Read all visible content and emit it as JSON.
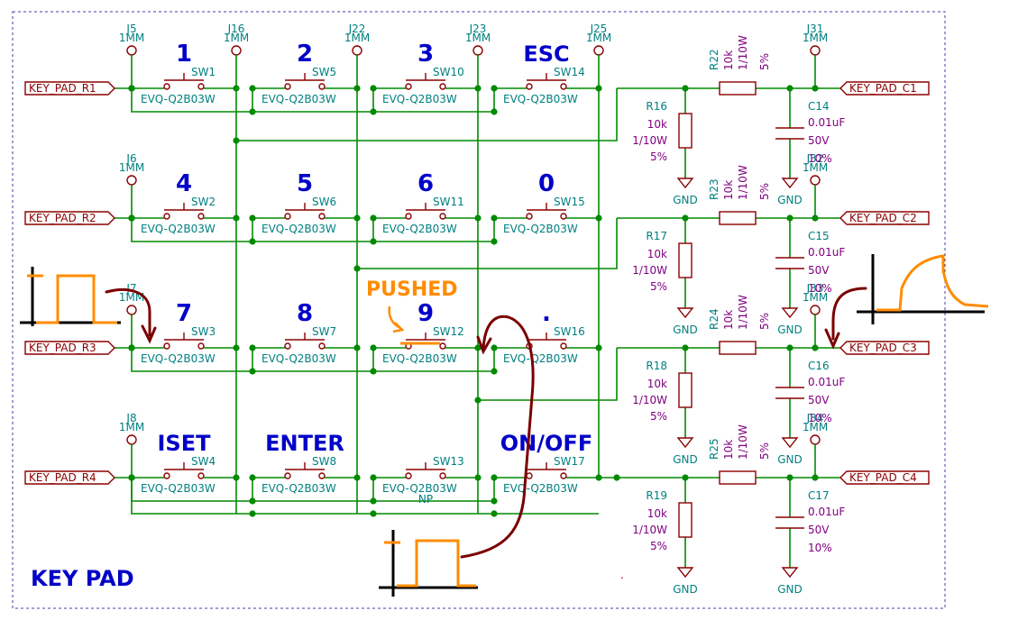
{
  "title": "KEY PAD",
  "row_labels": [
    "KEY_PAD_R1",
    "KEY_PAD_R2",
    "KEY_PAD_R3",
    "KEY_PAD_R4"
  ],
  "col_labels": [
    "KEY_PAD_C1",
    "KEY_PAD_C2",
    "KEY_PAD_C3",
    "KEY_PAD_C4"
  ],
  "test_points": {
    "J5": {
      "ref": "J5",
      "val": "1MM"
    },
    "J6": {
      "ref": "J6",
      "val": "1MM"
    },
    "J7": {
      "ref": "J7",
      "val": "1MM"
    },
    "J8": {
      "ref": "J8",
      "val": "1MM"
    },
    "J16": {
      "ref": "J16",
      "val": "1MM"
    },
    "J22": {
      "ref": "J22",
      "val": "1MM"
    },
    "J23": {
      "ref": "J23",
      "val": "1MM"
    },
    "J25": {
      "ref": "J25",
      "val": "1MM"
    },
    "J31": {
      "ref": "J31",
      "val": "1MM"
    },
    "J32": {
      "ref": "J32",
      "val": "1MM"
    },
    "J33": {
      "ref": "J33",
      "val": "1MM"
    },
    "J34": {
      "ref": "J34",
      "val": "1MM"
    }
  },
  "keys": [
    {
      "label": "1",
      "ref": "SW1",
      "part": "EVQ-Q2B03W"
    },
    {
      "label": "2",
      "ref": "SW5",
      "part": "EVQ-Q2B03W"
    },
    {
      "label": "3",
      "ref": "SW10",
      "part": "EVQ-Q2B03W"
    },
    {
      "label": "ESC",
      "ref": "SW14",
      "part": "EVQ-Q2B03W"
    },
    {
      "label": "4",
      "ref": "SW2",
      "part": "EVQ-Q2B03W"
    },
    {
      "label": "5",
      "ref": "SW6",
      "part": "EVQ-Q2B03W"
    },
    {
      "label": "6",
      "ref": "SW11",
      "part": "EVQ-Q2B03W"
    },
    {
      "label": "0",
      "ref": "SW15",
      "part": "EVQ-Q2B03W"
    },
    {
      "label": "7",
      "ref": "SW3",
      "part": "EVQ-Q2B03W"
    },
    {
      "label": "8",
      "ref": "SW7",
      "part": "EVQ-Q2B03W"
    },
    {
      "label": "9",
      "ref": "SW12",
      "part": "EVQ-Q2B03W"
    },
    {
      "label": ".",
      "ref": "SW16",
      "part": "EVQ-Q2B03W"
    },
    {
      "label": "ISET",
      "ref": "SW4",
      "part": "EVQ-Q2B03W"
    },
    {
      "label": "ENTER",
      "ref": "SW8",
      "part": "EVQ-Q2B03W"
    },
    {
      "label": "",
      "ref": "SW13",
      "part": "EVQ-Q2B03W",
      "extra": "NP"
    },
    {
      "label": "ON/OFF",
      "ref": "SW17",
      "part": "EVQ-Q2B03W"
    }
  ],
  "resistors_h": [
    {
      "ref": "R22",
      "val": "10k",
      "pw": "1/10W",
      "tol": "5%"
    },
    {
      "ref": "R23",
      "val": "10k",
      "pw": "1/10W",
      "tol": "5%"
    },
    {
      "ref": "R24",
      "val": "10k",
      "pw": "1/10W",
      "tol": "5%"
    },
    {
      "ref": "R25",
      "val": "10k",
      "pw": "1/10W",
      "tol": "5%"
    }
  ],
  "resistors_v": [
    {
      "ref": "R16",
      "val": "10k",
      "pw": "1/10W",
      "tol": "5%"
    },
    {
      "ref": "R17",
      "val": "10k",
      "pw": "1/10W",
      "tol": "5%"
    },
    {
      "ref": "R18",
      "val": "10k",
      "pw": "1/10W",
      "tol": "5%"
    },
    {
      "ref": "R19",
      "val": "10k",
      "pw": "1/10W",
      "tol": "5%"
    }
  ],
  "capacitors": [
    {
      "ref": "C14",
      "val": "0.01uF",
      "volt": "50V",
      "tol": "10%"
    },
    {
      "ref": "C15",
      "val": "0.01uF",
      "volt": "50V",
      "tol": "10%"
    },
    {
      "ref": "C16",
      "val": "0.01uF",
      "volt": "50V",
      "tol": "10%"
    },
    {
      "ref": "C17",
      "val": "0.01uF",
      "volt": "50V",
      "tol": "10%"
    }
  ],
  "gnd_label": "GND",
  "annotation": "PUSHED",
  "colors": {
    "wire": "#008a00",
    "symbol": "#8b0000",
    "ref": "#008080",
    "value": "#800080",
    "key_label": "#0000c8",
    "annotation": "#ff8c00",
    "pen": "#7a0000"
  }
}
